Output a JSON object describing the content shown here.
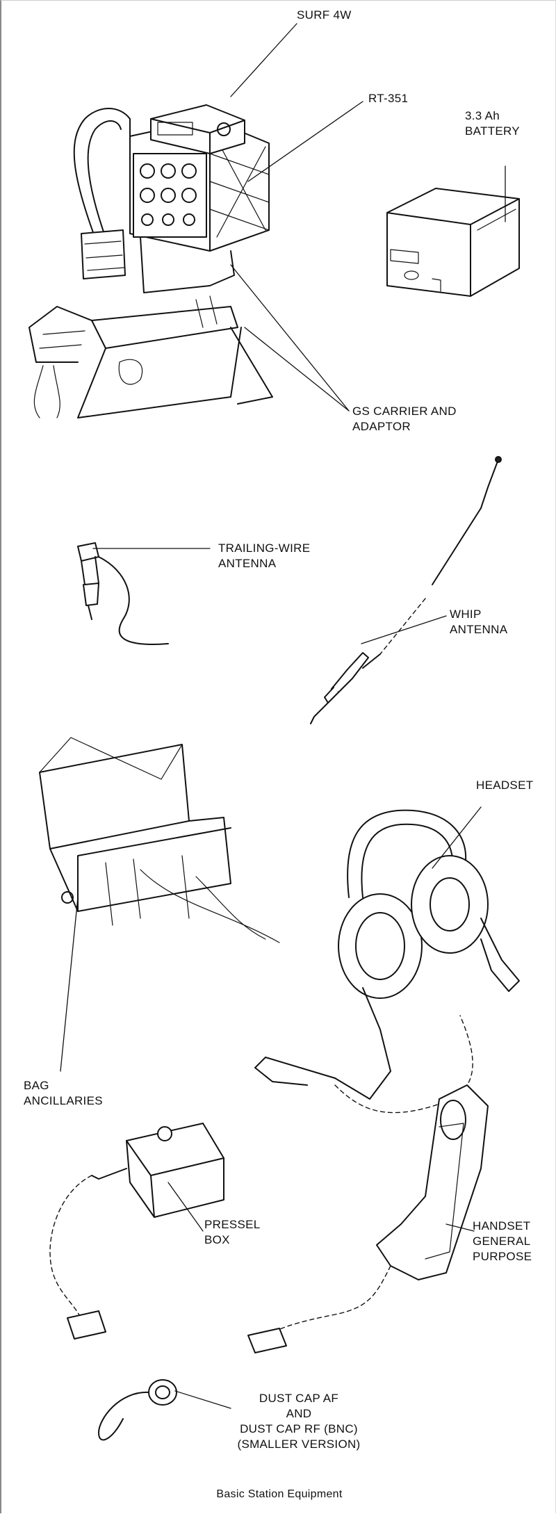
{
  "labels": {
    "surf": "SURF 4W",
    "rt": "RT-351",
    "battery": "3.3 Ah\nBATTERY",
    "carrier": "GS CARRIER AND\nADAPTOR",
    "trailing": "TRAILING-WIRE\nANTENNA",
    "whip": "WHIP\nANTENNA",
    "headset": "HEADSET",
    "bag": "BAG\nANCILLARIES",
    "pressel": "PRESSEL\nBOX",
    "handset": "HANDSET\nGENERAL\nPURPOSE",
    "dustcap": "DUST CAP AF\nAND\nDUST CAP RF (BNC)\n(SMALLER VERSION)"
  },
  "caption": "Basic Station Equipment"
}
